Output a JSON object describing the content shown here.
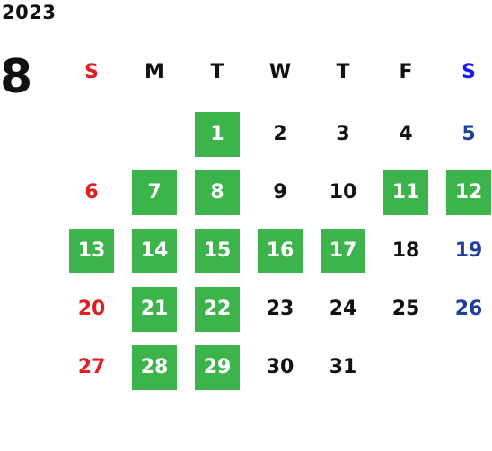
{
  "calendar": {
    "year": "2023",
    "month": "8",
    "weekdays": [
      "S",
      "M",
      "T",
      "W",
      "T",
      "F",
      "S"
    ],
    "weeks": [
      [
        {
          "label": "",
          "highlight": false
        },
        {
          "label": "",
          "highlight": false
        },
        {
          "label": "1",
          "highlight": true
        },
        {
          "label": "2",
          "highlight": false
        },
        {
          "label": "3",
          "highlight": false
        },
        {
          "label": "4",
          "highlight": false
        },
        {
          "label": "5",
          "highlight": false
        }
      ],
      [
        {
          "label": "6",
          "highlight": false
        },
        {
          "label": "7",
          "highlight": true
        },
        {
          "label": "8",
          "highlight": true
        },
        {
          "label": "9",
          "highlight": false
        },
        {
          "label": "10",
          "highlight": false
        },
        {
          "label": "11",
          "highlight": true
        },
        {
          "label": "12",
          "highlight": true
        }
      ],
      [
        {
          "label": "13",
          "highlight": true
        },
        {
          "label": "14",
          "highlight": true
        },
        {
          "label": "15",
          "highlight": true
        },
        {
          "label": "16",
          "highlight": true
        },
        {
          "label": "17",
          "highlight": true
        },
        {
          "label": "18",
          "highlight": false
        },
        {
          "label": "19",
          "highlight": false
        }
      ],
      [
        {
          "label": "20",
          "highlight": false
        },
        {
          "label": "21",
          "highlight": true
        },
        {
          "label": "22",
          "highlight": true
        },
        {
          "label": "23",
          "highlight": false
        },
        {
          "label": "24",
          "highlight": false
        },
        {
          "label": "25",
          "highlight": false
        },
        {
          "label": "26",
          "highlight": false
        }
      ],
      [
        {
          "label": "27",
          "highlight": false
        },
        {
          "label": "28",
          "highlight": true
        },
        {
          "label": "29",
          "highlight": true
        },
        {
          "label": "30",
          "highlight": false
        },
        {
          "label": "31",
          "highlight": false
        },
        {
          "label": "",
          "highlight": false
        },
        {
          "label": "",
          "highlight": false
        }
      ]
    ]
  },
  "colors": {
    "highlight": "#3cb44b",
    "sunday": "#e02020",
    "saturday_header": "#1a1aee",
    "saturday": "#1f3f9a",
    "text": "#111111"
  }
}
